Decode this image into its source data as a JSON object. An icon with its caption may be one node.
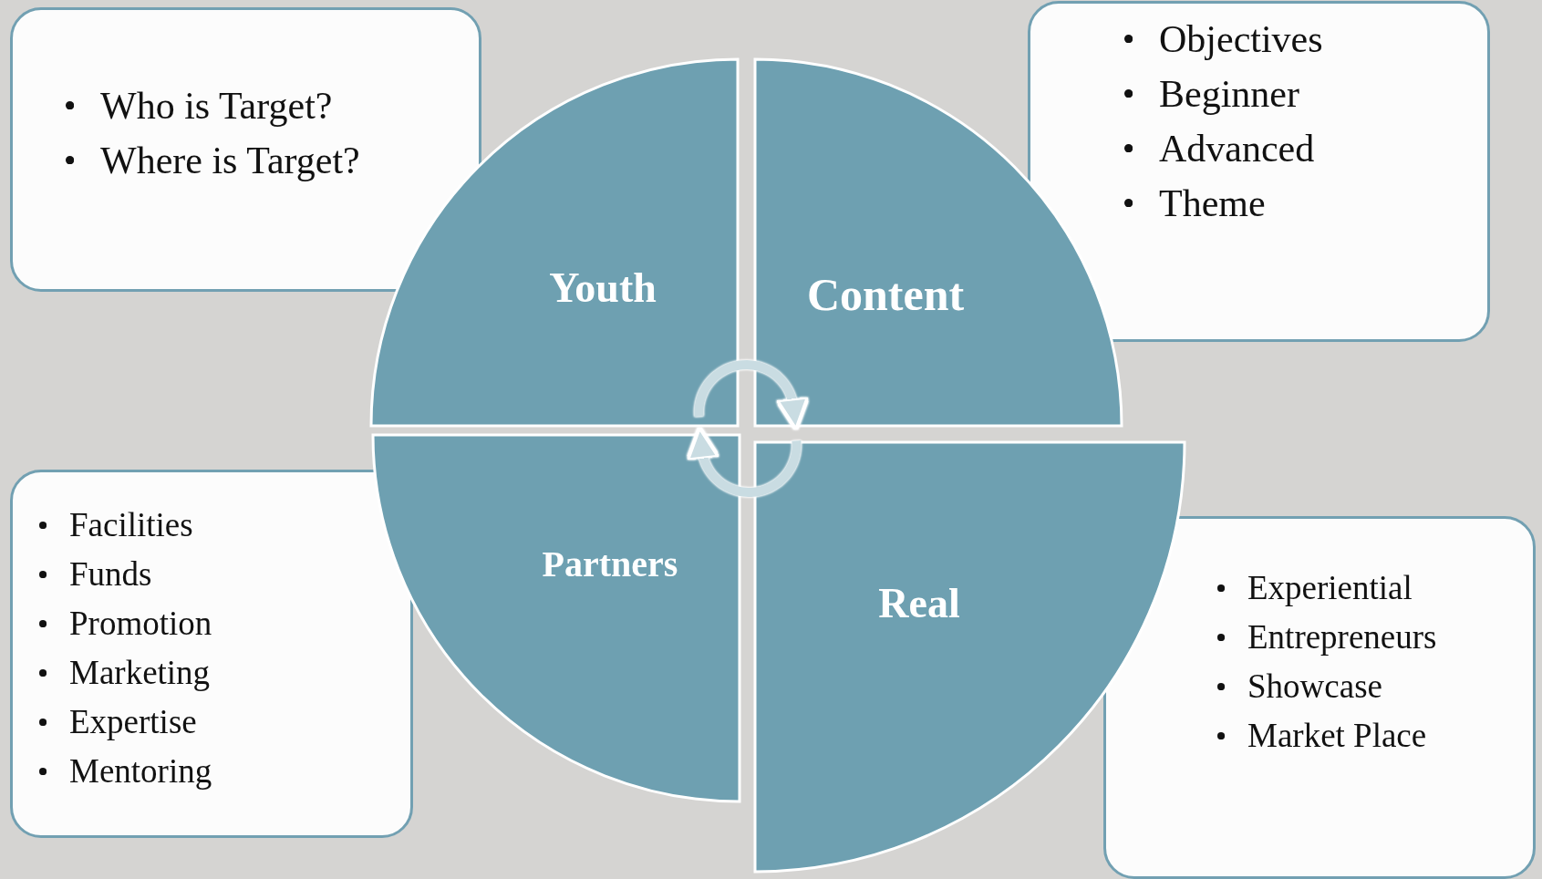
{
  "diagram": {
    "nodes": [
      {
        "text": [
          "Who is Target?",
          "Where is Target?"
        ]
      },
      {
        "text": [
          "Objectives",
          "Beginner",
          "Advanced",
          "Theme"
        ]
      },
      {
        "text": [
          "Youth"
        ]
      },
      {
        "text": [
          "Content"
        ]
      },
      {
        "text": [
          "Partners"
        ]
      },
      {
        "text": [
          "Real"
        ]
      },
      {
        "text": [
          "Facilities",
          "Funds",
          "Promotion",
          "Marketing",
          "Expertise",
          "Mentoring"
        ]
      },
      {
        "text": [
          "Experiential",
          "Entrepreneurs",
          "Showcase",
          "Market Place"
        ]
      }
    ],
    "edges": [
      {
        "from": 2,
        "to": 3,
        "arrow": "to"
      },
      {
        "from": 5,
        "to": 4,
        "arrow": "to"
      }
    ]
  }
}
